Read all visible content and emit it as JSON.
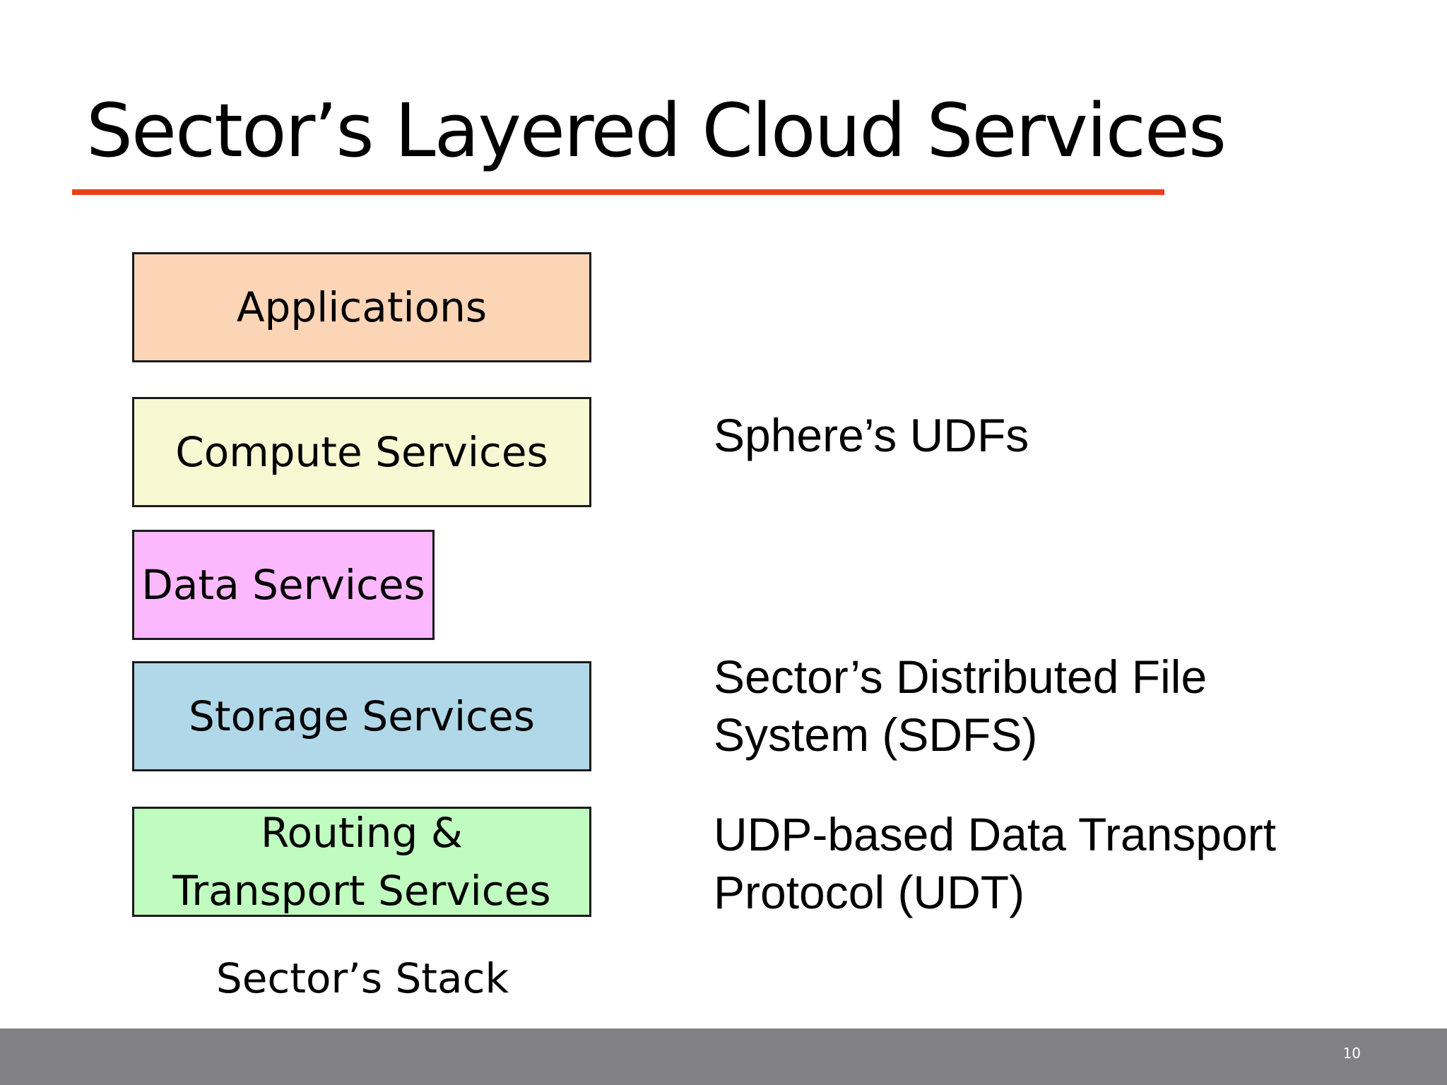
{
  "slide": {
    "title": "Sector’s Layered Cloud Services",
    "accent_color": "#e8401c",
    "page_number": "10",
    "footer_color": "#818083"
  },
  "stack": {
    "caption": "Sector’s Stack",
    "layers": [
      {
        "label": "Applications",
        "color": "#fbd5b5"
      },
      {
        "label": "Compute Services",
        "color": "#f8f9d3"
      },
      {
        "label": "Data Services",
        "color": "#fcb8fc"
      },
      {
        "label": "Storage Services",
        "color": "#b0d8e8"
      },
      {
        "label": "Routing &\nTransport Services",
        "color": "#c0fbc0"
      }
    ]
  },
  "descriptions": {
    "compute": "Sphere’s UDFs",
    "storage": "Sector’s Distributed File\nSystem (SDFS)",
    "transport": "UDP-based Data Transport\nProtocol (UDT)"
  }
}
